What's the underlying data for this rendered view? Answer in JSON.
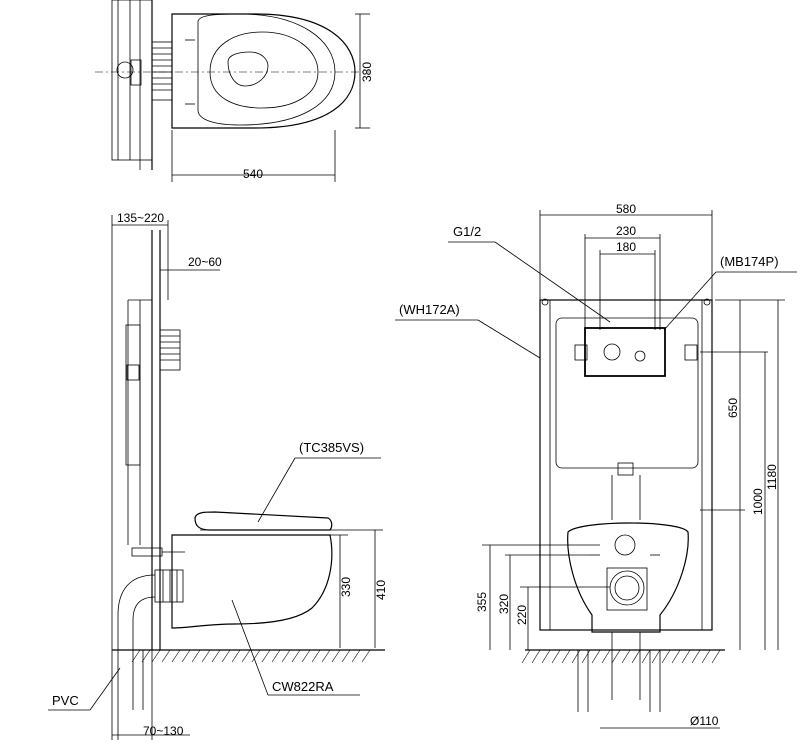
{
  "top_view": {
    "width_label": "380",
    "depth_label": "540"
  },
  "side_view": {
    "frame_adjust_label": "135~220",
    "wall_gap_label": "20~60",
    "pan_label": "(TC385VS)",
    "height_330": "330",
    "height_410": "410",
    "pipe_label": "PVC",
    "bowl_label": "CW822RA",
    "bottom_label": "70~130"
  },
  "front_view": {
    "frame_width_label": "580",
    "spacing_230": "230",
    "spacing_180": "180",
    "inlet_label": "G1/2",
    "plate_label": "(MB174P)",
    "frame_label": "(WH172A)",
    "h650": "650",
    "h1000": "1000",
    "h1180": "1180",
    "h355": "355",
    "h320": "320",
    "h220": "220",
    "pipe_dia": "Ø110"
  }
}
